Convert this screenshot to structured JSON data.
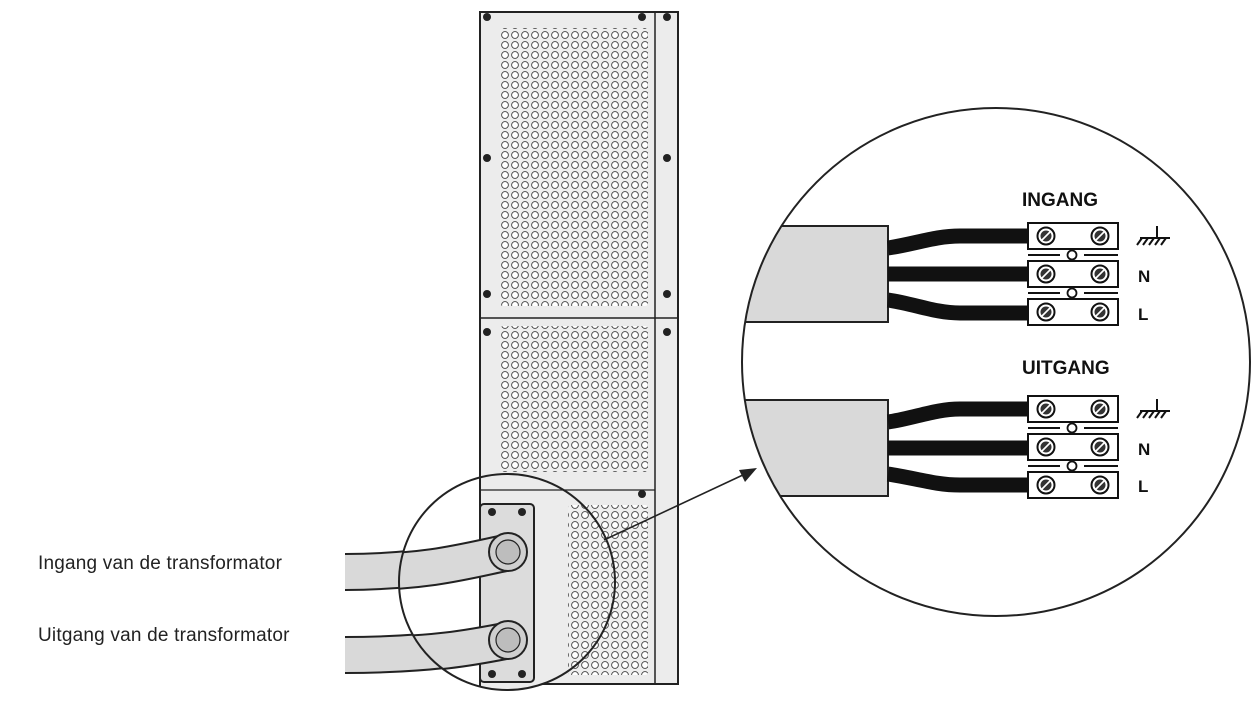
{
  "labels": {
    "input_cable": "Ingang van de transformator",
    "output_cable": "Uitgang van de transformator"
  },
  "detail": {
    "input_header": "INGANG",
    "output_header": "UITGANG",
    "terminals": [
      "N",
      "L"
    ]
  },
  "icons": {
    "ground": "ground-symbol-icon",
    "screw": "terminal-screw-icon"
  },
  "colors": {
    "panel": "#ececec",
    "outline": "#222222",
    "cable": "#d9d9d9",
    "wire": "#111111"
  }
}
